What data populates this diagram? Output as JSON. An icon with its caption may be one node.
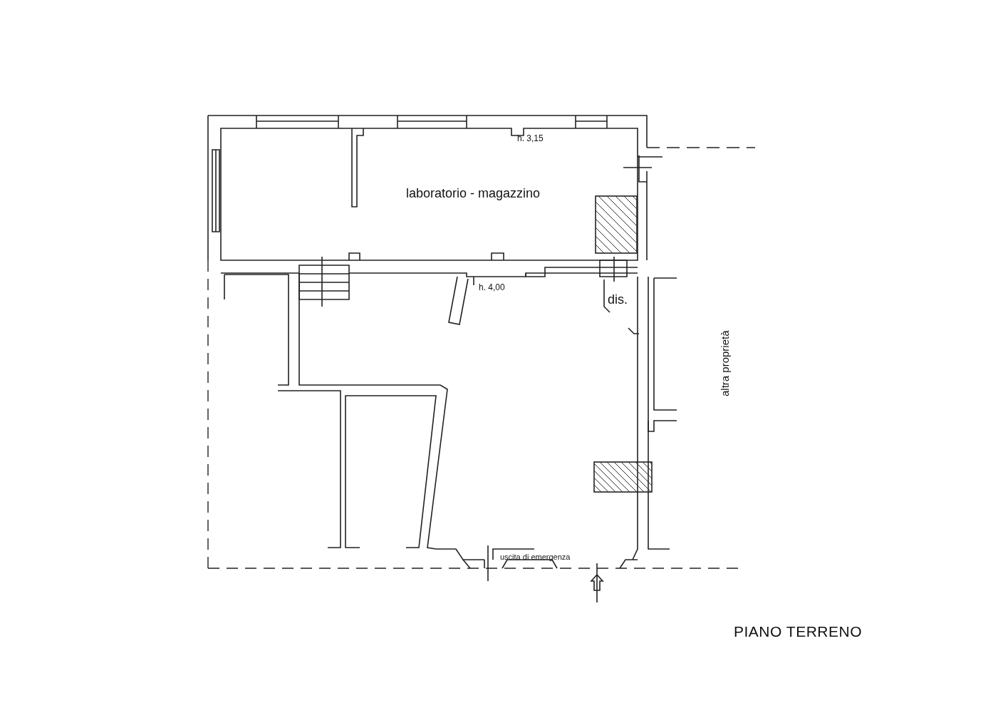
{
  "diagram": {
    "caption": "PIANO TERRENO",
    "labels": [
      "h. 3,15",
      "laboratorio - magazzino",
      "h. 4,00",
      "dis.",
      "altra proprietà",
      "uscita di emergenza"
    ]
  }
}
